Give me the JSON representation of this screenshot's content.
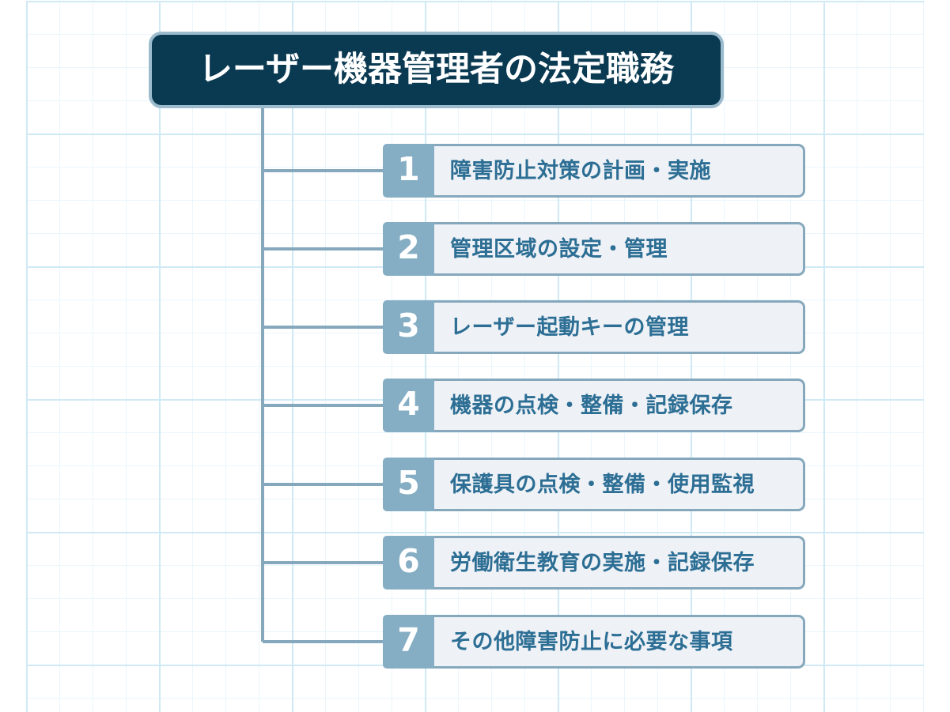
{
  "diagram": {
    "title": "レーザー機器管理者の法定職務",
    "items": [
      {
        "number": "1",
        "label": "障害防止対策の計画・実施"
      },
      {
        "number": "2",
        "label": "管理区域の設定・管理"
      },
      {
        "number": "3",
        "label": "レーザー起動キーの管理"
      },
      {
        "number": "4",
        "label": "機器の点検・整備・記録保存"
      },
      {
        "number": "5",
        "label": "保護具の点検・整備・使用監視"
      },
      {
        "number": "6",
        "label": "労働衛生教育の実施・記録保存"
      },
      {
        "number": "7",
        "label": "その他障害防止に必要な事項"
      }
    ]
  },
  "colors": {
    "title_background": "#0a3a52",
    "title_border": "#9cbccd",
    "title_text": "#ffffff",
    "badge_background": "#85aec4",
    "badge_text": "#ffffff",
    "item_background": "#eef1f6",
    "item_border": "#86a8bd",
    "item_text": "#2c6e94",
    "connector": "#86a8bd",
    "grid_minor": "#eaf6fc",
    "grid_major": "#cfe9f5",
    "page_background": "#ffffff"
  }
}
